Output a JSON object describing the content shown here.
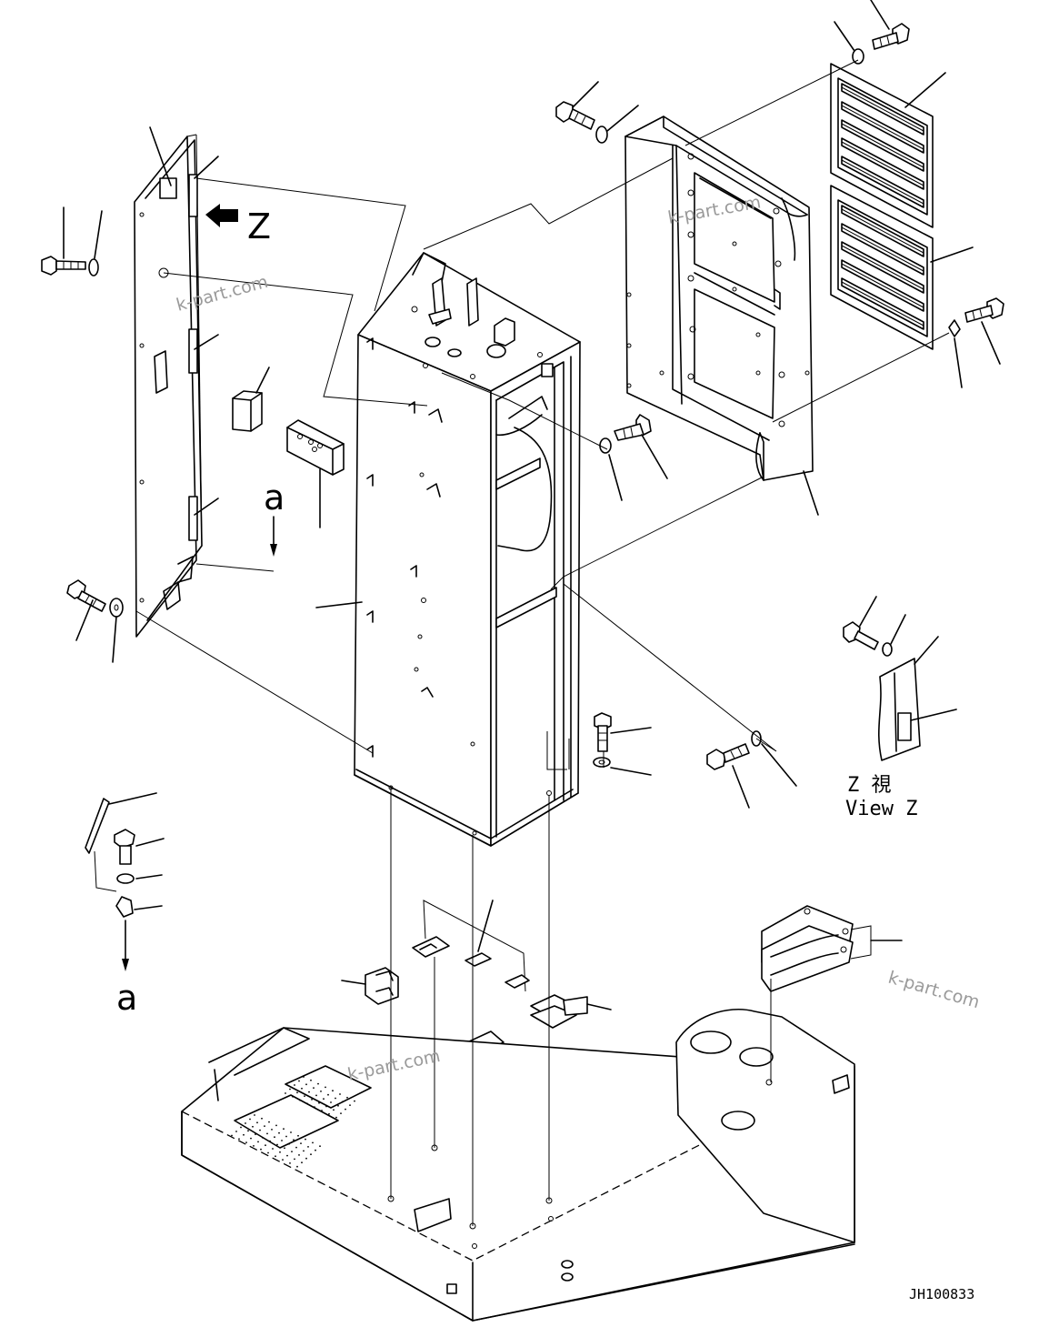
{
  "view": {
    "label_z": "Z",
    "label_a_top": "a",
    "label_a_bottom": "a",
    "view_caption_jp": "Z 視",
    "view_caption_en": "View Z"
  },
  "watermarks": [
    "k-part.com",
    "k-part.com",
    "k-part.com",
    "k-part.com"
  ],
  "drawing_code": "JH100833"
}
